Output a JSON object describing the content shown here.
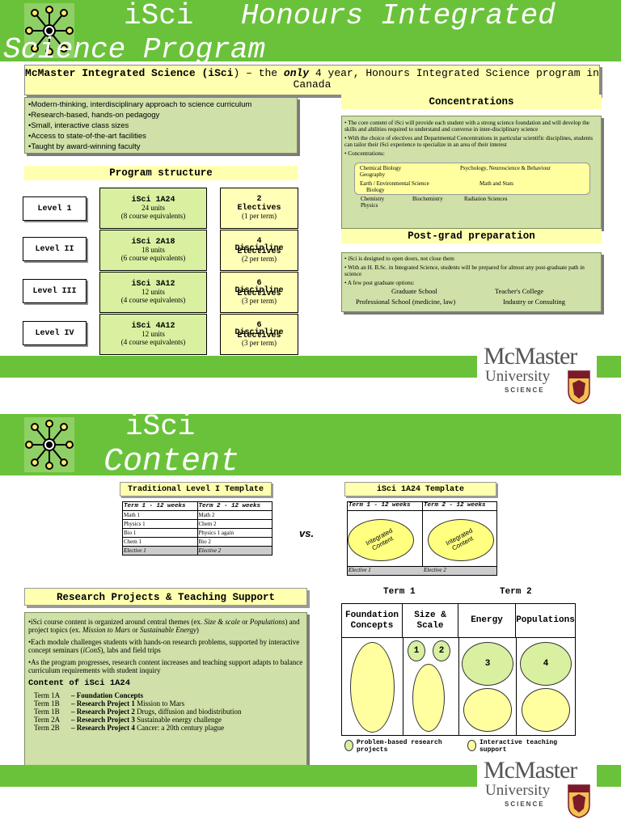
{
  "slide1": {
    "title_line1": "iSci",
    "title_line1b": "Honours Integrated",
    "title_line2": "Science Program",
    "banner": {
      "p1": "McMaster Integrated Science (",
      "p2": "iSci",
      "p3": ") – the ",
      "p4": "only",
      "p5": " 4 year, Honours Integrated Science program in Canada"
    },
    "bullets": [
      "•Modern-thinking, interdisciplinary approach to science curriculum",
      "•Research-based, hands-on pedagogy",
      "•Small, interactive class sizes",
      "•Access to state-of-the-art facilities",
      "•Taught by award-winning faculty"
    ],
    "program_structure_title": "Program structure",
    "levels": [
      {
        "label": "Level 1",
        "course": "iSci 1A24",
        "units": "24 units",
        "equiv": "(8 course equivalents)",
        "num": "2",
        "kind": "Electives",
        "per": "(1 per term)",
        "overlap": ""
      },
      {
        "label": "Level II",
        "course": "iSci 2A18",
        "units": "18 units",
        "equiv": "(6 course equivalents)",
        "num": "4",
        "kind": "Electives",
        "per": "(2 per term)",
        "overlap": "Discipline"
      },
      {
        "label": "Level III",
        "course": "iSci 3A12",
        "units": "12 units",
        "equiv": "(4 course equivalents)",
        "num": "6",
        "kind": "Electives",
        "per": "(3 per term)",
        "overlap": "Discipline"
      },
      {
        "label": "Level IV",
        "course": "iSci 4A12",
        "units": "12 units",
        "equiv": "(4 course equivalents)",
        "num": "6",
        "kind": "Electives",
        "per": "(3 per term)",
        "overlap": "Discipline"
      }
    ],
    "concentrations": {
      "title": "Concentrations",
      "b1": "• The core content of iSci will provide each student with a strong science foundation and will develop the skills and abilities required to understand and converse in inter-disciplinary science",
      "b2": "• With the choice of electives and Departmental Concentrations in particular scientific disciplines, students can tailor their iSci experience to specialize in an area of their interest",
      "b3": "• Concentrations:",
      "list1a": "Chemical Biology",
      "list1b": "Psychology, Neuroscience & Behaviour",
      "list1c": "Geography",
      "list2a": "Earth / Environmental Science",
      "list2b": "Math and Stats",
      "list2c": "Biology",
      "list3a": "Chemistry",
      "list3b": "Biochemistry",
      "list3c": "Radiation Sciences",
      "list3d": "Physics"
    },
    "postgrad": {
      "title": "Post-grad preparation",
      "b1": "• iSci is designed to open doors, not close them",
      "b2": "• With an H. B.Sc. in Integrated Science, students will be prepared for almost any post-graduate path in science",
      "b3": "• A few post graduate options:",
      "o1": "Graduate School",
      "o2": "Teacher's College",
      "o3": "Professional School (medicine, law)",
      "o4": "Industry or Consulting"
    }
  },
  "logo": {
    "name": "McMaster",
    "univ": "University",
    "sci": "SCIENCE"
  },
  "slide2": {
    "title_line1": "iSci",
    "title_line2": "Content",
    "trad_title": "Traditional Level I Template",
    "trad_head": [
      "Term 1 -   12 weeks",
      "Term 2 -   12 weeks"
    ],
    "trad_rows": [
      [
        "Math 1",
        "Math 2"
      ],
      [
        "Physics 1",
        "Chem 2"
      ],
      [
        "Bio 1",
        "Physics 1 again"
      ],
      [
        "Chem 1",
        "Bio 2"
      ],
      [
        "Elective 1",
        "Elective 2"
      ]
    ],
    "vs": "vs.",
    "isci_title": "iSci 1A24 Template",
    "isci_head": [
      "Term 1 -   12 weeks",
      "Term 2 -   12 weeks"
    ],
    "integrated": "Integrated Content",
    "isci_electives": [
      "Elective 1",
      "Elective 2"
    ],
    "rp_title": "Research Projects & Teaching Support",
    "rp_b1a": "•iSci course content is organized around central themes (ex. ",
    "rp_b1b": "Size & scale",
    "rp_b1c": " or ",
    "rp_b1d": "Populations",
    "rp_b1e": ") and project topics (ex. ",
    "rp_b1f": "Mission to Mars",
    "rp_b1g": " or ",
    "rp_b1h": "Sustainable Energy",
    "rp_b1i": ")",
    "rp_b2a": "•Each module challenges students with hands-on research problems, supported by interactive concept seminars (",
    "rp_b2b": "iConS",
    "rp_b2c": "), labs and field trips",
    "rp_b3": "•As the program progresses, research content increases and teaching support adapts to balance curriculum requirements with student inquiry",
    "content_title": "Content of iSci 1A24",
    "terms": [
      {
        "code": "Term 1A",
        "bold": "– Foundation Concepts",
        "rest": ""
      },
      {
        "code": "Term 1B",
        "bold": "– Research Project 1",
        "rest": " Mission to Mars"
      },
      {
        "code": "Term 1B",
        "bold": "– Research Project 2",
        "rest": " Drugs, diffusion and biodistribution"
      },
      {
        "code": "Term 2A",
        "bold": "– Research Project 3",
        "rest": " Sustainable energy challenge"
      },
      {
        "code": "Term 2B",
        "bold": "– Research Project 4",
        "rest": " Cancer:  a 20th century plague"
      }
    ],
    "term1": "Term 1",
    "term2": "Term 2",
    "cols": [
      "Foundation Concepts",
      "Size & Scale",
      "Energy",
      "Populations"
    ],
    "nums": [
      "1",
      "2",
      "3",
      "4"
    ],
    "legend1": "Problem-based research projects",
    "legend2": "Interactive teaching support",
    "colors": {
      "green": "#6ac23a",
      "yellow": "#ffffb0",
      "panel": "#cfe0a8"
    }
  }
}
